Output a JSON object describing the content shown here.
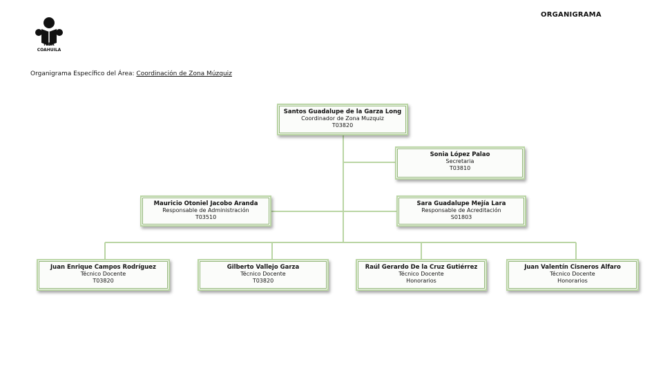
{
  "header": {
    "page_title": "ORGANIGRAMA",
    "logo_text_line1": "ICEA",
    "logo_text_line2": "COAHUILA",
    "subtitle_prefix": "Organigrama Específico del Área: ",
    "subtitle_area": "Coordinación de Zona Múzquiz"
  },
  "nodes": {
    "coordinator": {
      "name": "Santos Guadalupe de la Garza Long",
      "role": "Coordinador de Zona Muzquiz",
      "code": "T03820"
    },
    "secretary": {
      "name": "Sonia López Palao",
      "role": "Secretaria",
      "code": "T03810"
    },
    "admin": {
      "name": "Mauricio Otoniel Jacobo Aranda",
      "role": "Responsable de Administración",
      "code": "T03510"
    },
    "accreditation": {
      "name": "Sara Guadalupe Mejía Lara",
      "role": "Responsable de Acreditación",
      "code": "S01803"
    },
    "teacher1": {
      "name": "Juan Enrique Campos Rodríguez",
      "role": "Técnico Docente",
      "code": "T03820"
    },
    "teacher2": {
      "name": "Gilberto Vallejo Garza",
      "role": "Técnico Docente",
      "code": "T03820"
    },
    "teacher3": {
      "name": "Raúl Gerardo De la Cruz Gutiérrez",
      "role": "Técnico Docente",
      "code": "Honorarios"
    },
    "teacher4": {
      "name": "Juan Valentín Cisneros Alfaro",
      "role": "Técnico Docente",
      "code": "Honorarios"
    }
  },
  "colors": {
    "connector": "#b9d5a3",
    "node_border": "#8fb474"
  }
}
